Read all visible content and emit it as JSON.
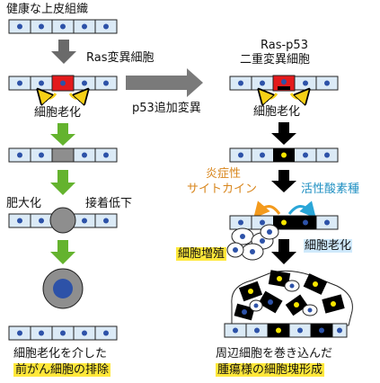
{
  "labels": {
    "healthy_epithelium": "健康な上皮組織",
    "ras_mutant_cell": "Ras変異細胞",
    "ras_p53_line1": "Ras-p53",
    "ras_p53_line2": "二重変異細胞",
    "senescence_left": "細胞老化",
    "p53_mutation": "p53追加変異",
    "senescence_right": "細胞老化",
    "hypertrophy": "肥大化",
    "reduced_adhesion": "接着低下",
    "inflammatory_line1": "炎症性",
    "inflammatory_line2": "サイトカイン",
    "ros": "活性酸素種",
    "senescence_blue": "細胞老化",
    "proliferation": "細胞増殖",
    "bottom_left_line1": "細胞老化を介した",
    "bottom_left_line2": "前がん細胞の排除",
    "bottom_right_line1": "周辺細胞を巻き込んだ",
    "bottom_right_line2": "腫瘍様の細胞塊形成"
  },
  "colors": {
    "cell_fill": "#dbeaf6",
    "nucleus": "#2d52a8",
    "ras_cell": "#e31a1c",
    "yellow_arrow": "#f7d116",
    "green_arrow": "#64b32e",
    "dark_arrow": "#6a6a6a",
    "senescent_gray": "#8e8e8e",
    "black_cell": "#000000",
    "yellow_nucleus": "#f7e600",
    "orange_text": "#d8851b",
    "blue_text": "#1e8fc2",
    "highlight": "#ffe83a"
  }
}
